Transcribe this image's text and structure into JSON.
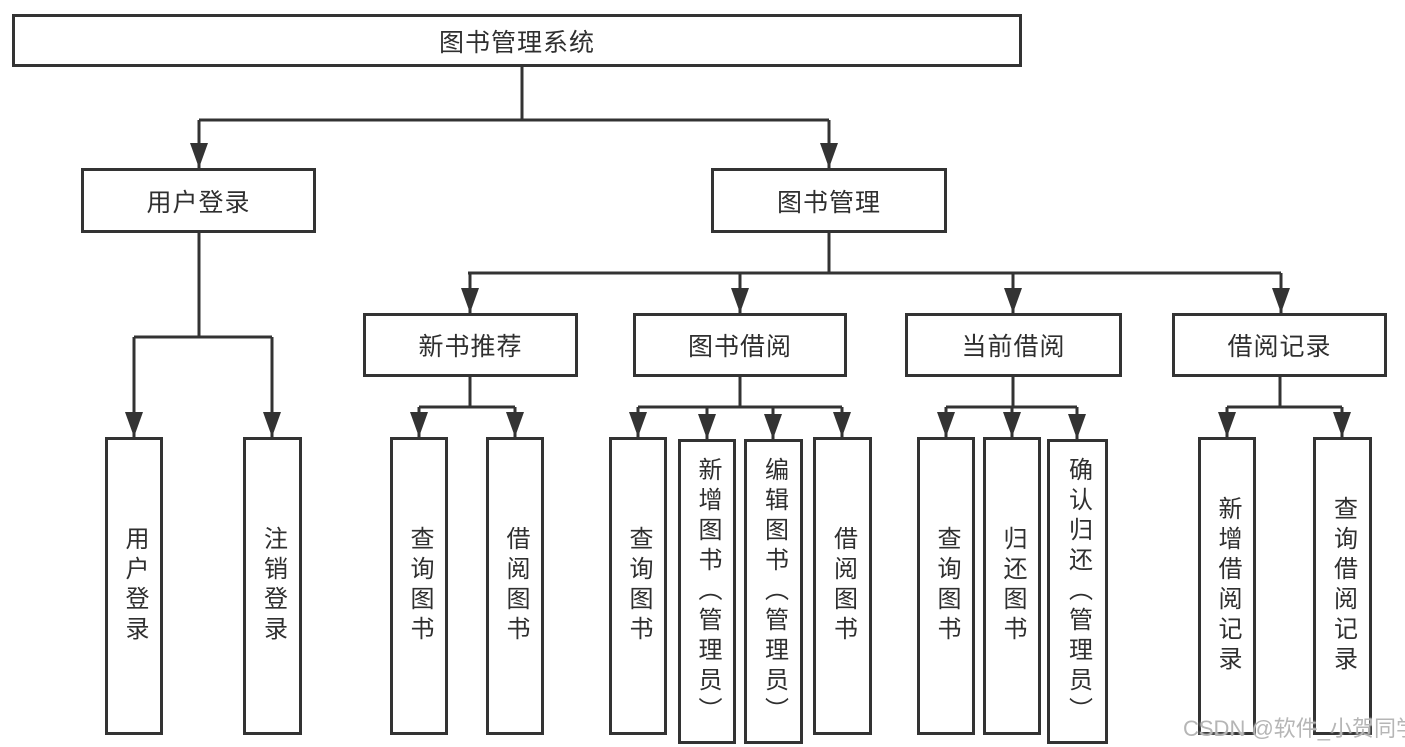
{
  "tree": {
    "label": "图书管理系统",
    "children": [
      {
        "label": "用户登录",
        "children": [
          {
            "label": "用户登录"
          },
          {
            "label": "注销登录"
          }
        ]
      },
      {
        "label": "图书管理",
        "children": [
          {
            "label": "新书推荐",
            "children": [
              {
                "label": "查询图书"
              },
              {
                "label": "借阅图书"
              }
            ]
          },
          {
            "label": "图书借阅",
            "children": [
              {
                "label": "查询图书"
              },
              {
                "label": "新增图书（管理员）"
              },
              {
                "label": "编辑图书（管理员）"
              },
              {
                "label": "借阅图书"
              }
            ]
          },
          {
            "label": "当前借阅",
            "children": [
              {
                "label": "查询图书"
              },
              {
                "label": "归还图书"
              },
              {
                "label": "确认归还（管理员）"
              }
            ]
          },
          {
            "label": "借阅记录",
            "children": [
              {
                "label": "新增借阅记录"
              },
              {
                "label": "查询借阅记录"
              }
            ]
          }
        ]
      }
    ]
  },
  "watermark": {
    "text": "CSDN @软件_小贺同学"
  },
  "colors": {
    "line": "#333333",
    "text": "#2f2f2f",
    "box_background": "#ffffff",
    "watermark": "#b6b6b6"
  }
}
